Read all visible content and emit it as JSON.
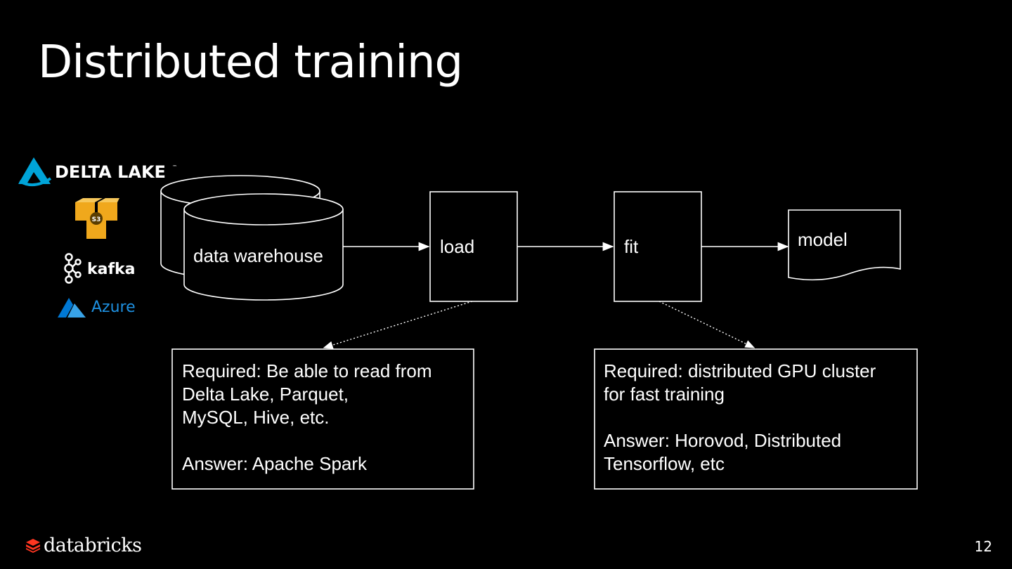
{
  "slide": {
    "title": "Distributed training",
    "page_number": "12"
  },
  "logos": {
    "delta_lake": "DELTA LAKE",
    "delta_tm": "™",
    "s3": "S3",
    "kafka": "kafka",
    "azure": "Azure"
  },
  "diagram": {
    "warehouse_label": "data warehouse",
    "load_label": "load",
    "fit_label": "fit",
    "model_label": "model"
  },
  "notes": {
    "left": {
      "lines": [
        "Required: Be able to read from",
        "Delta Lake, Parquet,",
        "MySQL, Hive, etc.",
        "",
        "Answer: Apache Spark"
      ]
    },
    "right": {
      "lines": [
        "Required: distributed GPU cluster",
        "for fast training",
        "",
        "Answer: Horovod, Distributed",
        "Tensorflow, etc"
      ]
    }
  },
  "footer": {
    "brand": "databricks"
  },
  "colors": {
    "background": "#000000",
    "foreground": "#ffffff",
    "delta_teal": "#00a4d8",
    "s3_orange": "#f0a81c",
    "azure_blue": "#0078d4",
    "databricks_red": "#ff3621"
  }
}
